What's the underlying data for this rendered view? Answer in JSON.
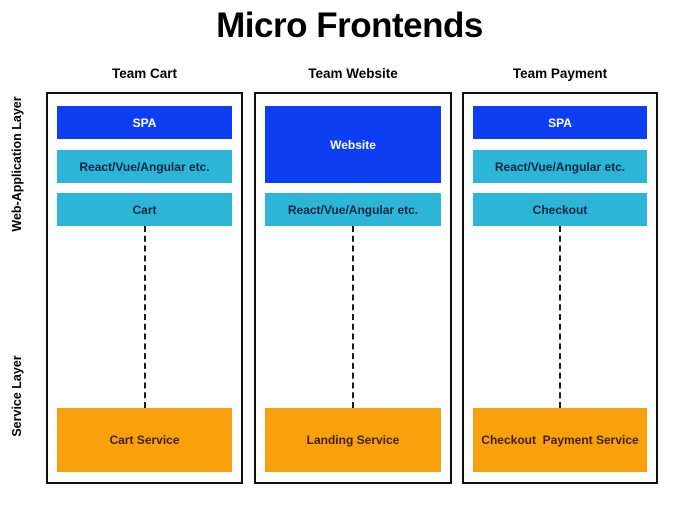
{
  "title": "Micro Frontends",
  "colors": {
    "blue": "#0d3ef2",
    "cyan": "#2cb5d6",
    "orange": "#f9a10d",
    "ink": "#111111",
    "cyan-text": "#0a2540",
    "orange-text": "#3f2102",
    "blue-text": "#ffffff"
  },
  "side_labels": {
    "web_application": "Web-Application Layer",
    "service": "Service Layer"
  },
  "columns": [
    {
      "header": "Team Cart",
      "boxes": [
        {
          "label": "SPA"
        },
        {
          "label": "React/Vue/Angular etc."
        },
        {
          "label": "Cart"
        }
      ],
      "service": "Cart Service"
    },
    {
      "header": "Team Website",
      "boxes": [
        {
          "label": "Website"
        },
        {
          "label": "React/Vue/Angular etc."
        }
      ],
      "service": "Landing Service"
    },
    {
      "header": "Team Payment",
      "boxes": [
        {
          "label": "SPA"
        },
        {
          "label": "React/Vue/Angular etc."
        },
        {
          "label": "Checkout"
        }
      ],
      "service": "Checkout  Payment Service"
    }
  ]
}
